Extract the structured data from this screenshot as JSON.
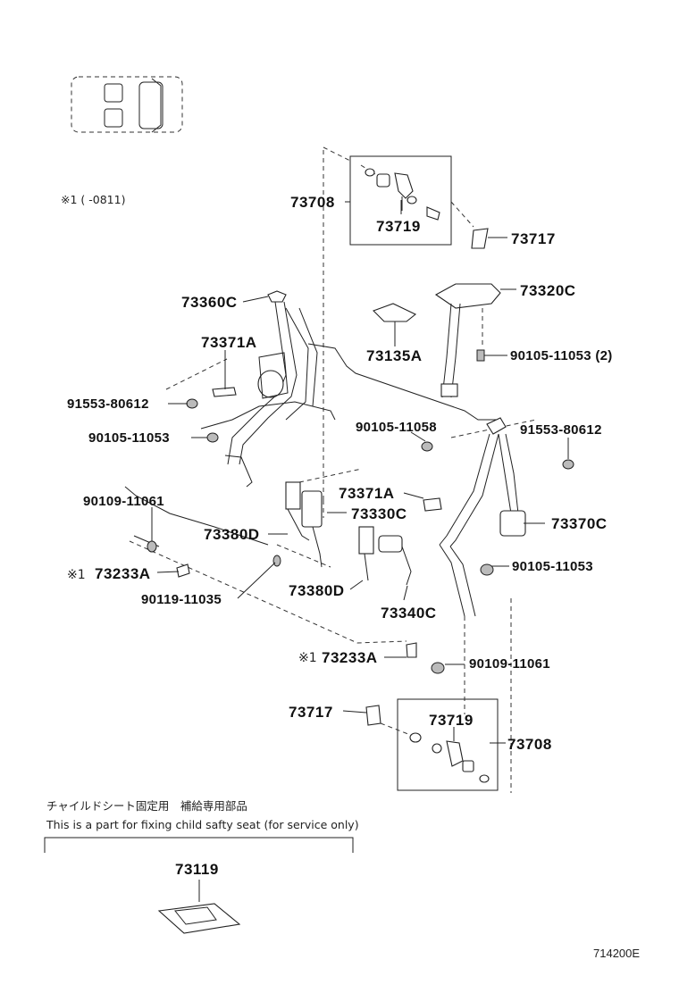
{
  "labels": {
    "p73708_top": "73708",
    "p73719_top": "73719",
    "p73717_top": "73717",
    "p73360C": "73360C",
    "p73320C": "73320C",
    "p73371A_left": "73371A",
    "p73135A": "73135A",
    "p90105_11053_2": "90105-11053 (2)",
    "p91553_80612_left": "91553-80612",
    "p90105_11058": "90105-11058",
    "p91553_80612_right": "91553-80612",
    "p90105_11053_left": "90105-11053",
    "p90109_11061_left": "90109-11061",
    "p73371A_mid": "73371A",
    "p73330C": "73330C",
    "p73370C": "73370C",
    "p73380D_left": "73380D",
    "p73233A_left": "73233A",
    "p90105_11053_right": "90105-11053",
    "p90119_11035": "90119-11035",
    "p73380D_mid": "73380D",
    "p73340C": "73340C",
    "p73233A_right": "73233A",
    "p90109_11061_right": "90109-11061",
    "p73717_bottom": "73717",
    "p73719_bottom": "73719",
    "p73708_bottom": "73708",
    "p73119": "73119"
  },
  "notes": {
    "date_range": "※1 (    -0811)",
    "mark_left": "※1",
    "mark_right": "※1",
    "jp_note": "チャイルドシート固定用　補給専用部品",
    "en_note": "This is a part for fixing child safty seat (for service only)",
    "diagram_ref": "714200E"
  }
}
